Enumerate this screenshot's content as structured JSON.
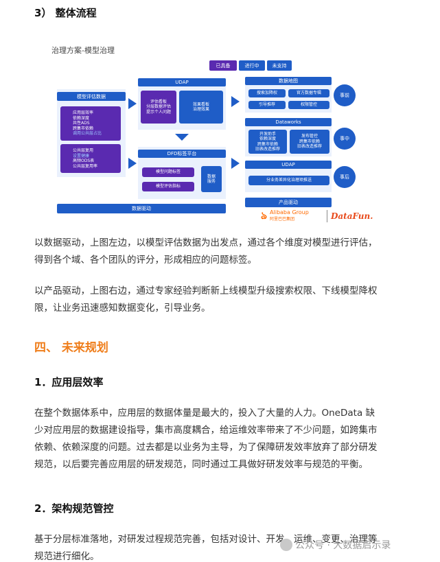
{
  "heading3": "3） 整体流程",
  "diagram": {
    "title": "治理方案-模型治理",
    "legend": [
      "已具备",
      "进行中",
      "未支持"
    ],
    "left": {
      "header": "模型评估数据",
      "card1": [
        "应用层效率",
        "依赖深度",
        "共性ADS",
        "跨集市依赖",
        "调用公共层占比"
      ],
      "card2": [
        "公共层复用",
        "设置健康",
        "高频ODS表",
        "公共层复用率"
      ]
    },
    "udap_top": {
      "header": "UDAP",
      "purple_box": [
        "评估看板",
        "分层数据评估",
        "提示个人问题"
      ],
      "light_box": [
        "效果看板",
        "治理效果"
      ]
    },
    "dfd": {
      "header": "DFD标签平台",
      "items": [
        "模型问题标签",
        "模型评估指标"
      ],
      "side": [
        "数据",
        "服务"
      ]
    },
    "data_map": {
      "header": "数据地图",
      "items": [
        "搜索加降权",
        "官方数据专辑",
        "引导推荐",
        "权限管控"
      ],
      "stage": "事前"
    },
    "dataworks": {
      "header": "Dataworks",
      "box1": [
        "开发助手",
        "依赖深度",
        "跨集市依赖",
        "旧表改造推荐"
      ],
      "box2": [
        "发布管控",
        "跨集市依赖",
        "旧表改造推荐"
      ],
      "stage": "事中"
    },
    "udap_bottom": {
      "header": "UDAP",
      "item": "分业务差异化治理项推送",
      "stage": "事后"
    },
    "data_driven": "数据驱动",
    "product_driven": "产品驱动",
    "logo_alibaba": "Alibaba Group",
    "logo_alibaba_cn": "阿里巴巴集团",
    "logo_datafun": "DataFun."
  },
  "p1": "以数据驱动，上图左边，以模型评估数据为出发点，通过各个维度对模型进行评估，得到各个域、各个团队的评分，形成相应的问题标签。",
  "p2": "以产品驱动，上图右边，通过专家经验判断新上线模型升级搜索权限、下线模型降权限，让业务迅速感知数据变化，引导业务。",
  "section4": "四、  未来规划",
  "sub1": "1．应用层效率",
  "p3": "在整个数据体系中，应用层的数据体量是最大的，投入了大量的人力。OneData 缺少对应用层的数据建设指导，集市高度耦合，给运维效率带来了不少问题，如跨集市依赖、依赖深度的问题。过去都是以业务为主导，为了保障研发效率放弃了部分研发规范，以后要完善应用层的研发规范，同时通过工具做好研发效率与规范的平衡。",
  "sub2": "2．架构规范管控",
  "p4": "基于分层标准落地，对研发过程规范完善，包括对设计、开发、运维、变更、治理等规范进行细化。",
  "watermark": "公众号 · 大数据启示录"
}
